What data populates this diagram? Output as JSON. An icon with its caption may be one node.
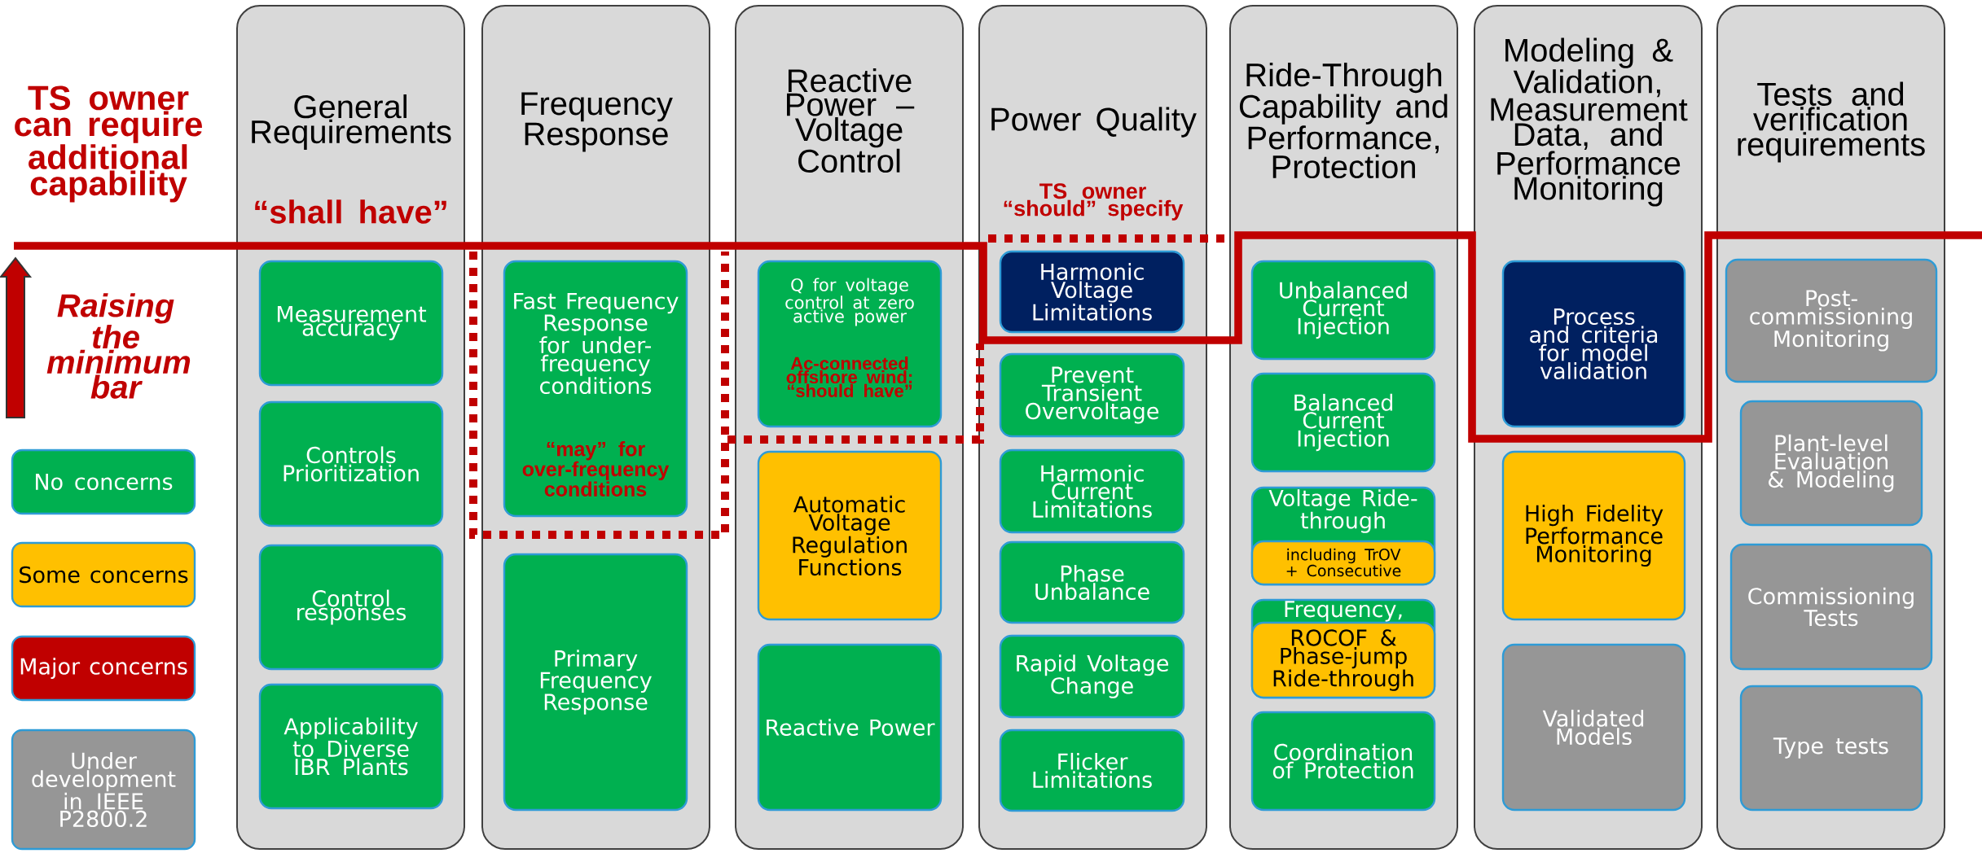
{
  "diagram": {
    "nodes": [
      {
        "text": [
          "General Requirements",
          "“shall have”"
        ]
      },
      {
        "text": [
          "Measurement accuracy"
        ],
        "in": 0
      },
      {
        "text": [
          "Controls Prioritization"
        ],
        "in": 0
      },
      {
        "text": [
          "Control responses"
        ],
        "in": 0
      },
      {
        "text": [
          "Applicability to Diverse IBR Plants"
        ],
        "in": 0
      },
      {
        "text": [
          "Frequency Response"
        ]
      },
      {
        "text": [
          "Fast Frequency Response for under-frequency conditions",
          "“may” for over-frequency conditions"
        ],
        "in": 5
      },
      {
        "text": [
          "Primary Frequency Response"
        ],
        "in": 5
      },
      {
        "text": [
          "Reactive Power – Voltage Control"
        ]
      },
      {
        "text": [
          "Q for voltage control at zero active power",
          "Ac-connected offshore wind: “should have”"
        ],
        "in": 8
      },
      {
        "text": [
          "Automatic Voltage Regulation Functions"
        ],
        "in": 8
      },
      {
        "text": [
          "Reactive Power"
        ],
        "in": 8
      },
      {
        "text": [
          "Power Quality",
          "TS owner “should” specify"
        ]
      },
      {
        "text": [
          "Harmonic Voltage Limitations"
        ],
        "in": 12
      },
      {
        "text": [
          "Prevent Transient Overvoltage"
        ],
        "in": 12
      },
      {
        "text": [
          "Harmonic Current Limitations"
        ],
        "in": 12
      },
      {
        "text": [
          "Phase Unbalance"
        ],
        "in": 12
      },
      {
        "text": [
          "Rapid Voltage Change"
        ],
        "in": 12
      },
      {
        "text": [
          "Flicker Limitations"
        ],
        "in": 12
      },
      {
        "text": [
          "Ride-Through Capability and Performance, Protection"
        ]
      },
      {
        "text": [
          "Unbalanced Current Injection"
        ],
        "in": 19
      },
      {
        "text": [
          "Balanced Current Injection"
        ],
        "in": 19
      },
      {
        "text": [
          "Voltage Ride-through"
        ],
        "in": 19
      },
      {
        "text": [
          "including TrOV + Consecutive"
        ],
        "in": 22
      },
      {
        "text": [
          "Frequency,"
        ],
        "in": 19
      },
      {
        "text": [
          "ROCOF & Phase-jump Ride-through"
        ],
        "in": 24
      },
      {
        "text": [
          "Coordination of Protection"
        ],
        "in": 19
      },
      {
        "text": [
          "Modeling & Validation, Measurement Data, and Performance Monitoring"
        ]
      },
      {
        "text": [
          "Process and criteria for model validation"
        ],
        "in": 27
      },
      {
        "text": [
          "High Fidelity Performance Monitoring"
        ],
        "in": 27
      },
      {
        "text": [
          "Validated Models"
        ],
        "in": 27
      },
      {
        "text": [
          "Tests and verification requirements"
        ]
      },
      {
        "text": [
          "Post-commissioning Monitoring"
        ],
        "in": 31
      },
      {
        "text": [
          "Plant-level Evaluation & Modeling"
        ],
        "in": 31
      },
      {
        "text": [
          "Commissioning Tests"
        ],
        "in": 31
      },
      {
        "text": [
          "Type tests"
        ],
        "in": 31
      }
    ],
    "labels": [
      "TS owner can require additional capability",
      "Raising the minimum bar"
    ],
    "legend": [
      {
        "text": "No concerns",
        "color": "#00b050"
      },
      {
        "text": "Some concerns",
        "color": "#ffc000"
      },
      {
        "text": "Major concerns",
        "color": "#c00000"
      },
      {
        "text": "Under development in IEEE P2800.2",
        "color": "#969696"
      }
    ]
  }
}
